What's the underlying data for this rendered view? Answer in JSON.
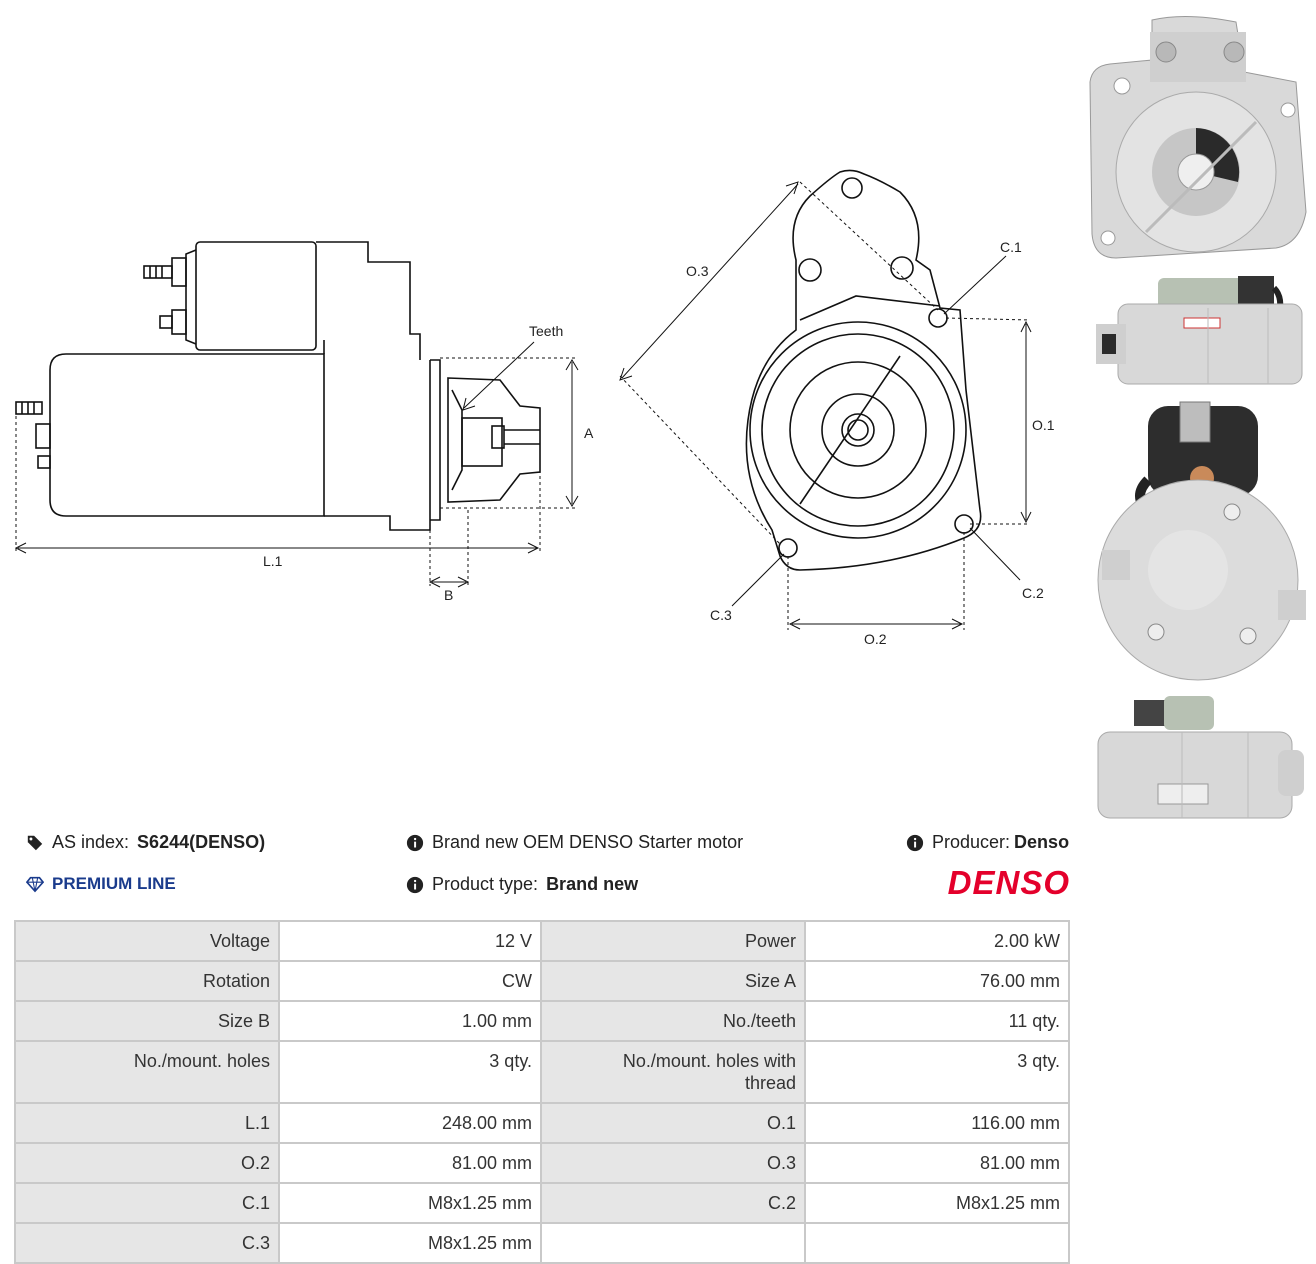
{
  "diagram": {
    "side_labels": {
      "teeth": "Teeth",
      "a": "A",
      "l1": "L.1",
      "b": "B"
    },
    "front_labels": {
      "o3": "O.3",
      "c1": "C.1",
      "o1": "O.1",
      "c2": "C.2",
      "c3": "C.3",
      "o2": "O.2"
    }
  },
  "info": {
    "as_index_label": "AS index:",
    "as_index_value": "S6244(DENSO)",
    "premium_line": "PREMIUM LINE",
    "description": "Brand new OEM DENSO Starter motor",
    "product_type_label": "Product type:",
    "product_type_value": "Brand new",
    "producer_label": "Producer:",
    "producer_value": "Denso",
    "brand_logo": "DENSO"
  },
  "colors": {
    "premium": "#1a3b8c",
    "brand_red": "#e4002b",
    "label_bg": "#e6e6e6",
    "border": "#c9c9c9"
  },
  "specs": {
    "rows": [
      {
        "l1": "Voltage",
        "v1": "12 V",
        "l2": "Power",
        "v2": "2.00 kW"
      },
      {
        "l1": "Rotation",
        "v1": "CW",
        "l2": "Size A",
        "v2": "76.00 mm"
      },
      {
        "l1": "Size B",
        "v1": "1.00 mm",
        "l2": "No./teeth",
        "v2": "11 qty."
      },
      {
        "l1": "No./mount. holes",
        "v1": "3 qty.",
        "l2": "No./mount. holes with thread",
        "v2": "3 qty."
      },
      {
        "l1": "L.1",
        "v1": "248.00 mm",
        "l2": "O.1",
        "v2": "116.00 mm"
      },
      {
        "l1": "O.2",
        "v1": "81.00 mm",
        "l2": "O.3",
        "v2": "81.00 mm"
      },
      {
        "l1": "C.1",
        "v1": "M8x1.25 mm",
        "l2": "C.2",
        "v2": "M8x1.25 mm"
      },
      {
        "l1": "C.3",
        "v1": "M8x1.25 mm",
        "l2": "",
        "v2": ""
      }
    ]
  }
}
